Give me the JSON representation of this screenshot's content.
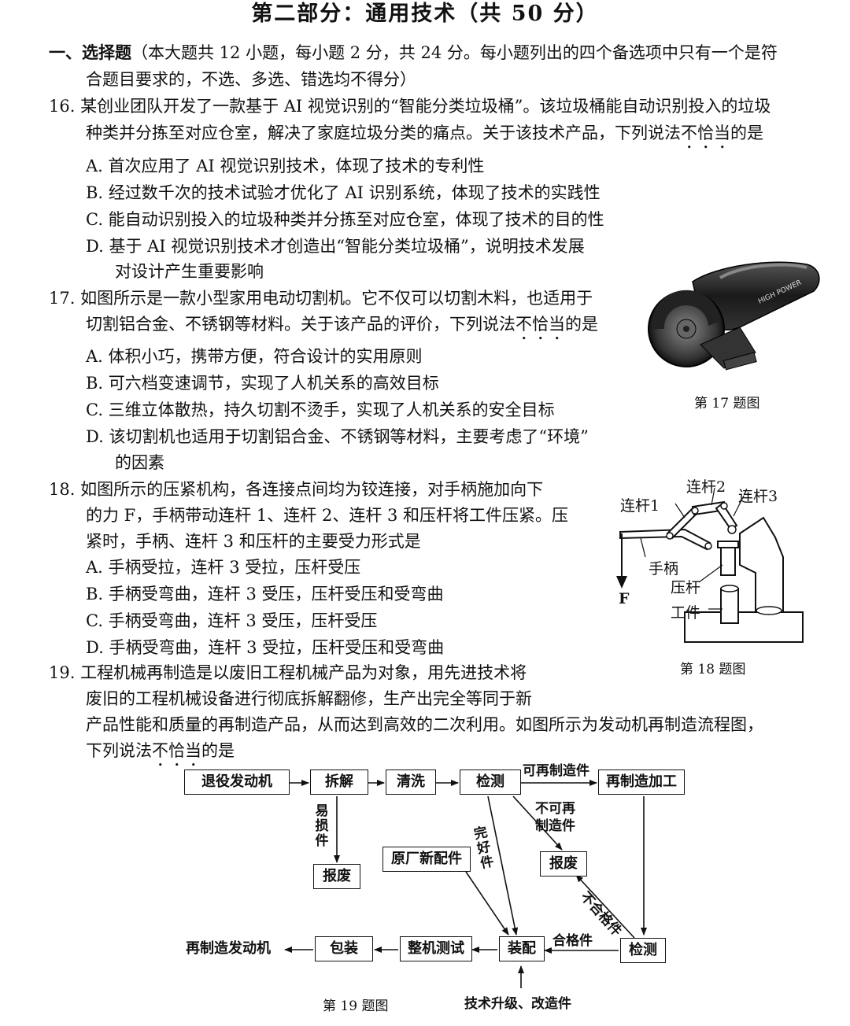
{
  "title": "第二部分：通用技术（共 50 分）",
  "section": {
    "head": "一、选择题",
    "text1": "（本大题共 12 小题，每小题 2 分，共 24 分。每小题列出的四个备选项中只有一个是符",
    "text2": "合题目要求的，不选、多选、错选均不得分）"
  },
  "q16": {
    "line1": "16. 某创业团队开发了一款基于 AI 视觉识别的“智能分类垃圾桶”。该垃圾桶能自动识别投入的垃圾",
    "line2a": "种类并分拣至对应仓室，解决了家庭垃圾分类的痛点。关于该技术产品，下列说法",
    "line2b": "不恰当",
    "line2c": "的是",
    "A": "A. 首次应用了 AI 视觉识别技术，体现了技术的专利性",
    "B": "B. 经过数千次的技术试验才优化了 AI 识别系统，体现了技术的实践性",
    "C": "C. 能自动识别投入的垃圾种类并分拣至对应仓室，体现了技术的目的性",
    "D1": "D. 基于 AI 视觉识别技术才创造出“智能分类垃圾桶”，说明技术发展",
    "D2": "对设计产生重要影响"
  },
  "q17": {
    "line1": "17. 如图所示是一款小型家用电动切割机。它不仅可以切割木料，也适用于",
    "line2a": "切割铝合金、不锈钢等材料。关于该产品的评价，下列说法",
    "line2b": "不恰当",
    "line2c": "的是",
    "A": "A. 体积小巧，携带方便，符合设计的实用原则",
    "B": "B. 可六档变速调节，实现了人机关系的高效目标",
    "C": "C. 三维立体散热，持久切割不烫手，实现了人机关系的安全目标",
    "D1": "D. 该切割机也适用于切割铝合金、不锈钢等材料，主要考虑了“环境”",
    "D2": "的因素",
    "caption": "第 17 题图",
    "brand": "HIGH POWER"
  },
  "q18": {
    "line1": "18. 如图所示的压紧机构，各连接点间均为铰连接，对手柄施加向下",
    "line2": "的力 F，手柄带动连杆 1、连杆 2、连杆 3 和压杆将工件压紧。压",
    "line3": "紧时，手柄、连杆 3 和压杆的主要受力形式是",
    "A": "A. 手柄受拉，连杆 3 受拉，压杆受压",
    "B": "B. 手柄受弯曲，连杆 3 受压，压杆受压和受弯曲",
    "C": "C. 手柄受弯曲，连杆 3 受压，压杆受压",
    "D": "D. 手柄受弯曲，连杆 3 受拉，压杆受压和受弯曲",
    "caption": "第 18 题图",
    "labels": {
      "link1": "连杆1",
      "link2": "连杆2",
      "link3": "连杆3",
      "handle": "手柄",
      "rod": "压杆",
      "work": "工件",
      "force": "F"
    }
  },
  "q19": {
    "line1": "19. 工程机械再制造是以废旧工程机械产品为对象，用先进技术将",
    "line2": "废旧的工程机械设备进行彻底拆解翻修，生产出完全等同于新",
    "line3": "产品性能和质量的再制造产品，从而达到高效的二次利用。如图所示为发动机再制造流程图，",
    "line4a": "下列说法",
    "line4b": "不恰当",
    "line4c": "的是",
    "caption": "第 19 题图",
    "flow": {
      "retired": "退役发动机",
      "disassemble": "拆解",
      "clean": "清洗",
      "inspect1": "检测",
      "remanufacture": "再制造加工",
      "scrap1": "报废",
      "oem": "原厂新配件",
      "scrap2": "报废",
      "product": "再制造发动机",
      "pack": "包装",
      "test": "整机测试",
      "assemble": "装配",
      "inspect2": "检测",
      "lbl_reman": "可再制造件",
      "lbl_wear": "易损件",
      "lbl_nonreman1": "不可再",
      "lbl_nonreman2": "制造件",
      "lbl_good": "完好件",
      "lbl_unqualified": "不合格件",
      "lbl_qualified": "合格件",
      "lbl_upgrade": "技术升级、改造件"
    }
  }
}
